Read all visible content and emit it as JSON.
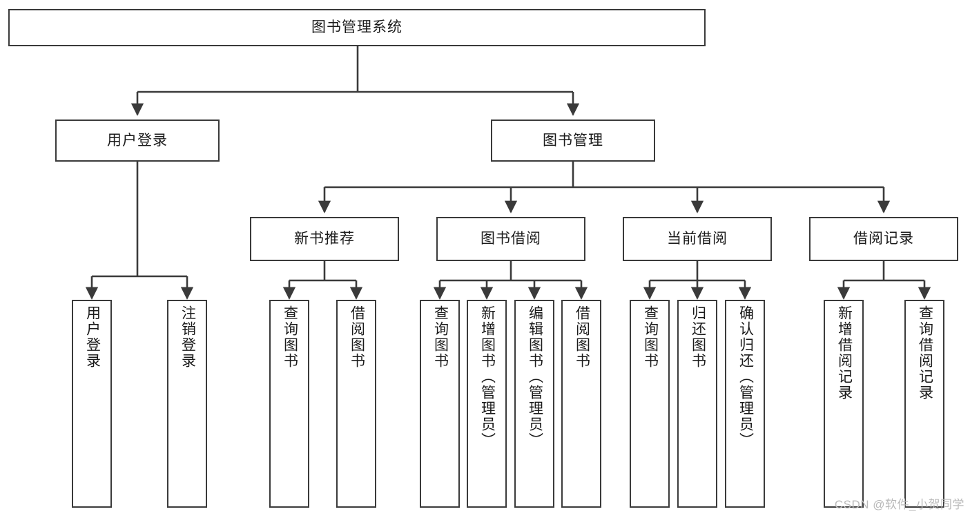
{
  "diagram": {
    "title": "图书管理系统",
    "type": "tree-hierarchy-diagram",
    "root": {
      "label": "图书管理系统"
    },
    "level2": [
      {
        "label": "用户登录"
      },
      {
        "label": "图书管理"
      }
    ],
    "level3": [
      {
        "label": "新书推荐"
      },
      {
        "label": "图书借阅"
      },
      {
        "label": "当前借阅"
      },
      {
        "label": "借阅记录"
      }
    ],
    "leaves": {
      "user_login": [
        {
          "label": "用户登录"
        },
        {
          "label": "注销登录"
        }
      ],
      "new_book_recommend": [
        {
          "label": "查询图书"
        },
        {
          "label": "借阅图书"
        }
      ],
      "book_borrow": [
        {
          "label": "查询图书"
        },
        {
          "label": "新增图书（管理员）"
        },
        {
          "label": "编辑图书（管理员）"
        },
        {
          "label": "借阅图书"
        }
      ],
      "current_borrow": [
        {
          "label": "查询图书"
        },
        {
          "label": "归还图书"
        },
        {
          "label": "确认归还（管理员）"
        }
      ],
      "borrow_record": [
        {
          "label": "新增借阅记录"
        },
        {
          "label": "查询借阅记录"
        }
      ]
    }
  },
  "watermark": {
    "text": "CSDN @软件_小贺同学"
  },
  "colors": {
    "box_border": "#3a3a3a",
    "line": "#3a3a3a",
    "background": "#ffffff",
    "text": "#1b1b1b",
    "watermark": "#b9b9b9"
  }
}
